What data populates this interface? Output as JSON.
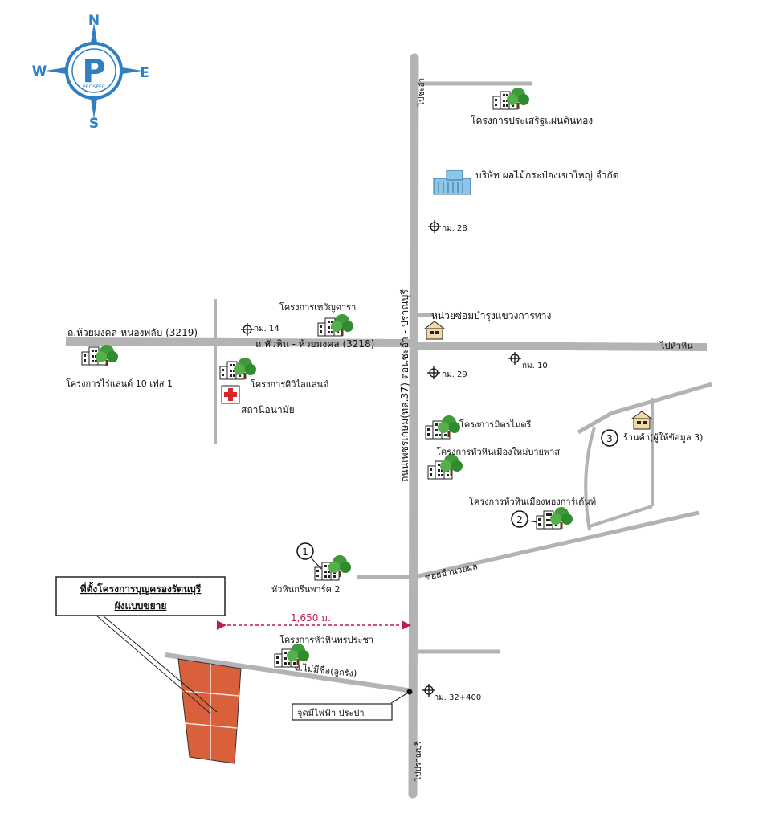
{
  "compass": {
    "n": "N",
    "s": "S",
    "e": "E",
    "w": "W",
    "logo_text": "PROSPEC"
  },
  "roads": {
    "main_vertical": "ถนนเพชรเกษม(ทล.37) ตอนชะอำ - ปราณบุรี",
    "north_end": "ไปชะอำ",
    "south_end": "ไปปราณบุรี",
    "west_road": "ถ.ห้วยมงคล-หนองพลับ (3219)",
    "middle_road": "ถ.หัวหิน - ห้วยมงคล (3218)",
    "east_end": "ไปหัวหิน",
    "soi_amnuay": "ซอยอำนวยผล",
    "soi_maimiche": "ซ.ไม่มีชื่อ(ลูกรัง)"
  },
  "km_markers": {
    "km28": "กม. 28",
    "km14": "กม. 14",
    "km10": "กม. 10",
    "km29": "กม. 29",
    "km32": "กม. 32+400"
  },
  "places": {
    "prasert": "โครงการประเสริฐแผ่นดินทอง",
    "company": "บริษัท ผลไม้กระป๋องเขาใหญ่ จำกัด",
    "maintenance": "หน่วยซ่อมบำรุงแขวงการทาง",
    "thewan": "โครงการเทวัญดารา",
    "rai_land": "โครงการไร่แลนด์ 10 เฟส 1",
    "siwilai": "โครงการศิวิไลแลนด์",
    "health": "สถานีอนามัย",
    "mitrmai": "โครงการมิตรไมตรี",
    "huahin_new": "โครงการหัวหินเมืองใหม่บายพาส",
    "huahin_gold": "โครงการหัวหินเมืองทองการ์เด้นท์",
    "shop": "ร้านค้า(ผู้ให้ข้อมูล 3)",
    "green_park": "หัวหินกรีนพาร์ค 2",
    "phon": "โครงการหัวหินพรประชา",
    "utility": "จุดมีไฟฟ้า ประปา"
  },
  "numbers": {
    "one": "1",
    "two": "2",
    "three": "3"
  },
  "callout": {
    "line1": "ที่ตั้งโครงการบุญครองรัตนบุรี",
    "line2": "ผังแบบขยาย"
  },
  "distance": "1,650 ม.",
  "colors": {
    "road": "#b3b3b3",
    "compass": "#2f7fc4",
    "site_fill": "#d9603a",
    "distance": "#c2185b",
    "tree": "#3f9a3a"
  }
}
